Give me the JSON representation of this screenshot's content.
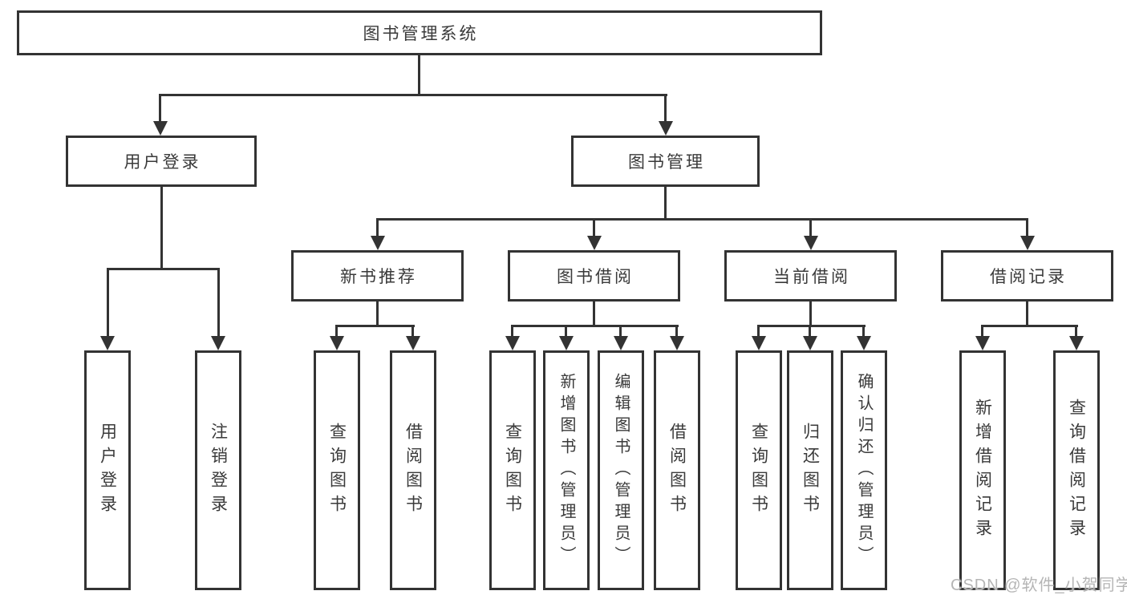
{
  "tree": {
    "label": "图书管理系统",
    "children": [
      {
        "label": "用户登录",
        "children": [
          {
            "label": "用户登录"
          },
          {
            "label": "注销登录"
          }
        ]
      },
      {
        "label": "图书管理",
        "children": [
          {
            "label": "新书推荐",
            "children": [
              {
                "label": "查询图书"
              },
              {
                "label": "借阅图书"
              }
            ]
          },
          {
            "label": "图书借阅",
            "children": [
              {
                "label": "查询图书"
              },
              {
                "label": "新增图书（管理员）"
              },
              {
                "label": "编辑图书（管理员）"
              },
              {
                "label": "借阅图书"
              }
            ]
          },
          {
            "label": "当前借阅",
            "children": [
              {
                "label": "查询图书"
              },
              {
                "label": "归还图书"
              },
              {
                "label": "确认归还（管理员）"
              }
            ]
          },
          {
            "label": "借阅记录",
            "children": [
              {
                "label": "新增借阅记录"
              },
              {
                "label": "查询借阅记录"
              }
            ]
          }
        ]
      }
    ]
  },
  "watermark": {
    "text": "CSDN @软件_小贺同学"
  },
  "colors": {
    "line": "#333333",
    "box_border": "#333333",
    "text": "#3a3a3a",
    "background": "#ffffff",
    "watermark_text": "#b5b5b5"
  }
}
